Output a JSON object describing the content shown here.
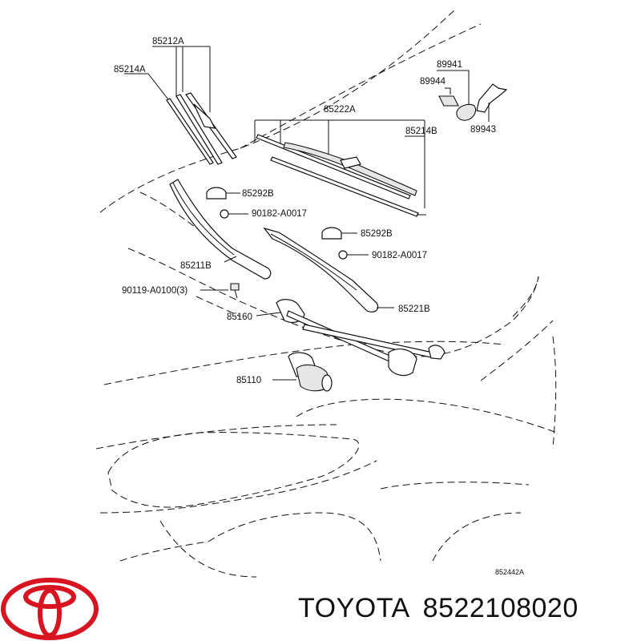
{
  "diagram": {
    "callouts": {
      "c85212A": "85212A",
      "c85214A": "85214A",
      "c85222A": "85222A",
      "c85214B": "85214B",
      "c89941": "89941",
      "c89944": "89944",
      "c89943": "89943",
      "c85292B_1": "85292B",
      "c85292B_2": "85292B",
      "c90182_1": "90182-A0017",
      "c90182_2": "90182-A0017",
      "c85211B": "85211B",
      "c90119": "90119-A0100(3)",
      "c85160": "85160",
      "c85221B": "85221B",
      "c85110": "85110"
    },
    "figure_id": "852442A"
  },
  "footer": {
    "brand": "TOYOTA",
    "part_number": "8522108020"
  },
  "colors": {
    "logo": "#d7141f",
    "line": "#111111"
  },
  "icons": {
    "logo": "toyota-logo"
  }
}
